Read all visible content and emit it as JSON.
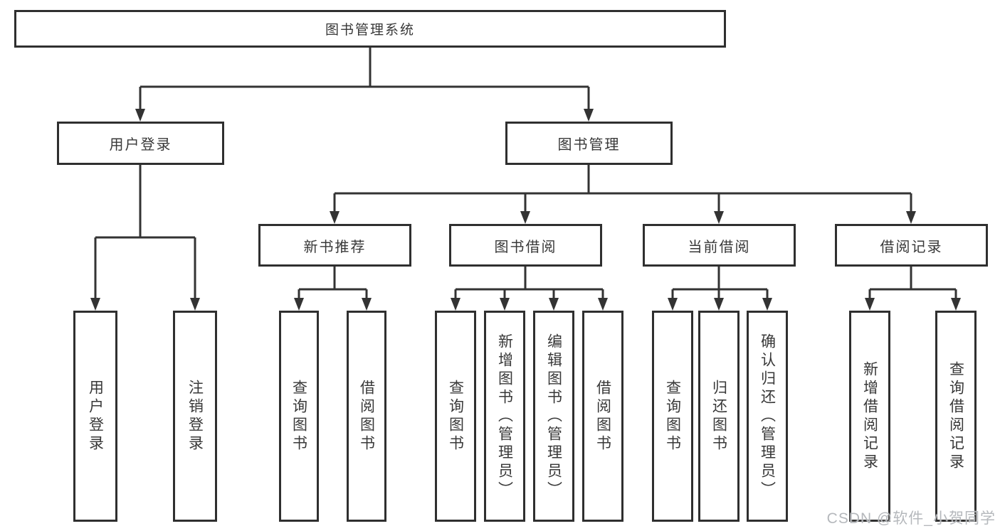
{
  "root": {
    "label": "图书管理系统"
  },
  "level2": {
    "user_login": {
      "label": "用户登录"
    },
    "book_mgmt": {
      "label": "图书管理"
    }
  },
  "level3": {
    "new_books": {
      "label": "新书推荐"
    },
    "borrow": {
      "label": "图书借阅"
    },
    "current": {
      "label": "当前借阅"
    },
    "records": {
      "label": "借阅记录"
    }
  },
  "leaves": {
    "user_login": [
      "用户登录",
      "注销登录"
    ],
    "new_books": [
      "查询图书",
      "借阅图书"
    ],
    "borrow": [
      "查询图书",
      "新增图书（管理员）",
      "编辑图书（管理员）",
      "借阅图书"
    ],
    "current": [
      "查询图书",
      "归还图书",
      "确认归还（管理员）"
    ],
    "records": [
      "新增借阅记录",
      "查询借阅记录"
    ]
  },
  "watermark": "CSDN @软件_小贺同学",
  "colors": {
    "line": "#333333",
    "box_border": "#2f2f2f",
    "box_bg": "#ffffff",
    "text": "#383838",
    "watermark": "#b5b8bc"
  }
}
